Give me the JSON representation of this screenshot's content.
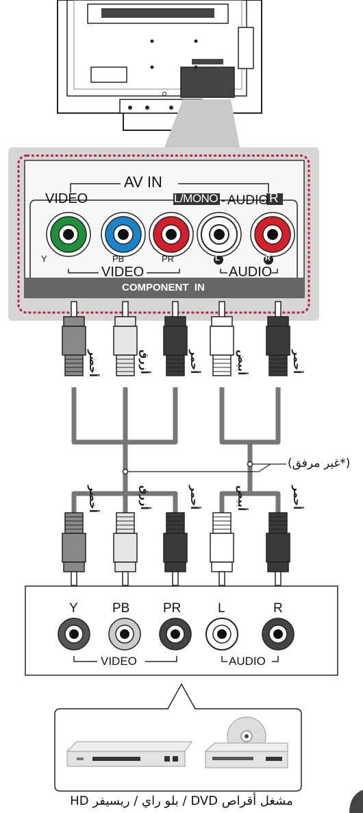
{
  "panel": {
    "av_in_label": "AV IN",
    "video_label": "VIDEO",
    "lmono_label": "L/MONO",
    "audio_label": "AUDIO",
    "r_label": "R",
    "jack_labels": [
      "Y",
      "PB",
      "PR",
      "L",
      "R"
    ],
    "video_group_label": "VIDEO",
    "audio_group_label": "AUDIO",
    "component_in_label": "COMPONENT  IN",
    "colors": {
      "green": "#1f8f3a",
      "blue": "#1b84c8",
      "red": "#d3202a",
      "white": "#ffffff"
    }
  },
  "cable_colors_upper": [
    "أخضر",
    "أزرق",
    "أحمر",
    "أبيض",
    "أحمر"
  ],
  "cable_colors_lower": [
    "أخضر",
    "أزرق",
    "أحمر",
    "أبيض",
    "أحمر"
  ],
  "not_supplied_note": "(*غير مرفق)",
  "device_panel": {
    "jack_labels": [
      "Y",
      "PB",
      "PR",
      "L",
      "R"
    ],
    "video_group_label": "VIDEO",
    "audio_group_label": "AUDIO"
  },
  "device_caption": "مشغل أقراص DVD / بلو راي / ريسيفر HD"
}
